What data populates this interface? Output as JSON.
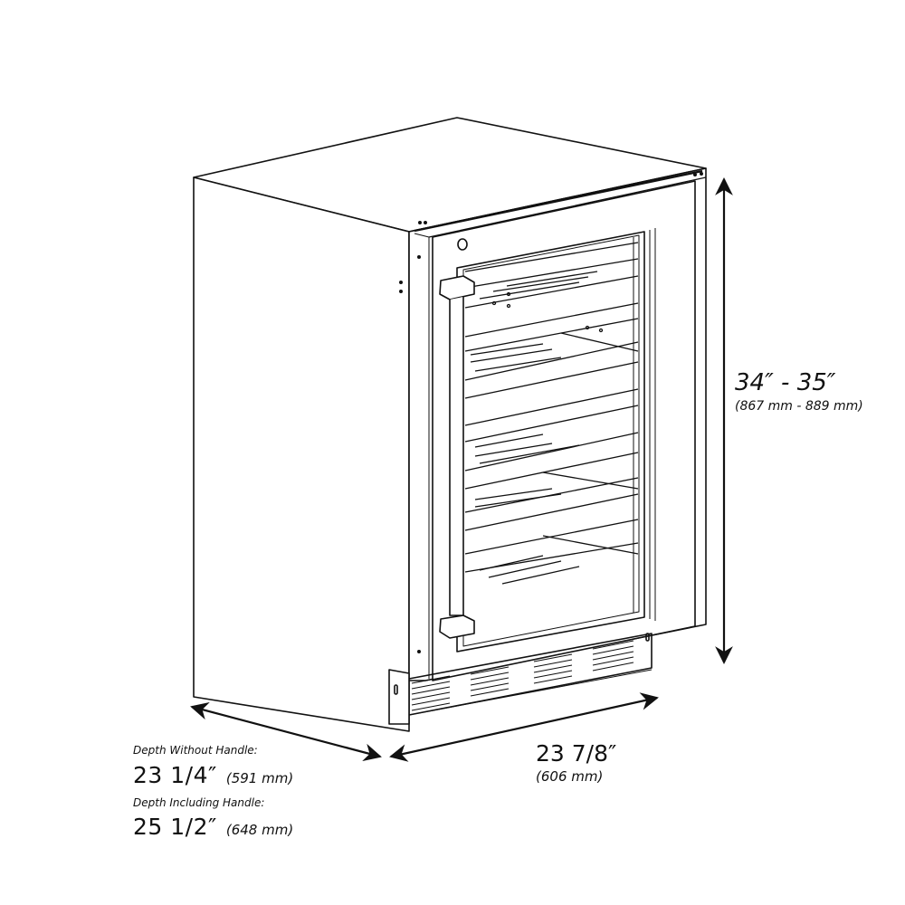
{
  "diagram": {
    "subject": "Undercounter wine cooler, glass door, left-side handle",
    "shelves_visible": 5,
    "vent_grilles": 4
  },
  "dimensions": {
    "height": {
      "imperial": "34″ - 35″",
      "metric": "(867 mm - 889 mm)"
    },
    "width": {
      "imperial": "23 7/8″",
      "metric": "(606 mm)"
    },
    "depth_without_handle": {
      "label": "Depth Without Handle:",
      "imperial": "23 1/4″",
      "metric": "(591 mm)"
    },
    "depth_including_handle": {
      "label": "Depth Including Handle:",
      "imperial": "25 1/2″",
      "metric": "(648 mm)"
    }
  },
  "colors": {
    "line": "#111111",
    "background": "#ffffff"
  }
}
